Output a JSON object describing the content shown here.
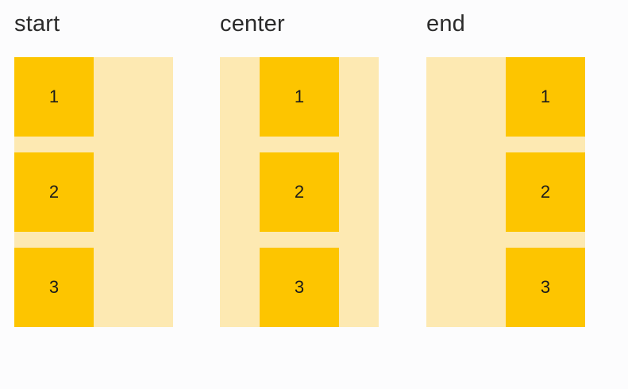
{
  "page": {
    "background_color": "#fcfcfd",
    "title_text_color": "#2b2b2b"
  },
  "palette": {
    "item_color": "#fdc500",
    "container_color": "#fde9b2",
    "page_background": "#fcfcfd",
    "number_color": "#1b1b1b"
  },
  "groups": [
    {
      "label": "start",
      "align": "flex-start",
      "items": [
        {
          "number": "1"
        },
        {
          "number": "2"
        },
        {
          "number": "3"
        }
      ]
    },
    {
      "label": "center",
      "align": "center",
      "items": [
        {
          "number": "1"
        },
        {
          "number": "2"
        },
        {
          "number": "3"
        }
      ]
    },
    {
      "label": "end",
      "align": "flex-end",
      "items": [
        {
          "number": "1"
        },
        {
          "number": "2"
        },
        {
          "number": "3"
        }
      ]
    }
  ]
}
